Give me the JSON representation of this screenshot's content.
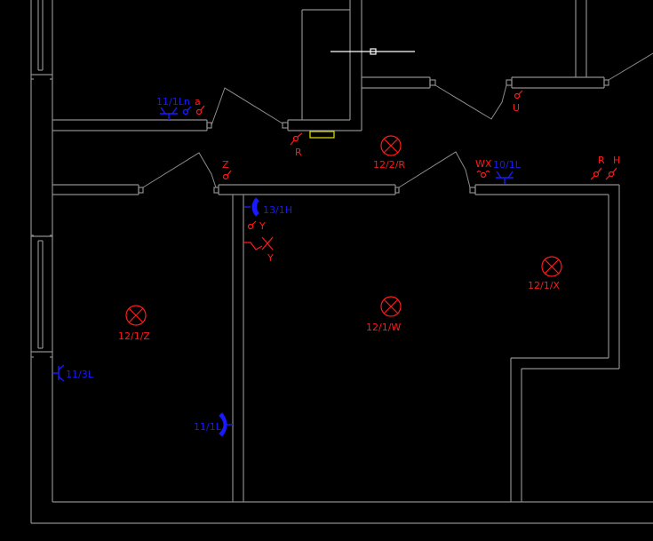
{
  "view": {
    "background": "#000000",
    "colors": {
      "wall": "#8c8c8c",
      "lighting": "#ff1a1a",
      "power": "#1a1aff",
      "cursor": "#ffffff",
      "selection": "#e6e600"
    }
  },
  "lights": [
    {
      "id": "light-12-2-R",
      "label": "12/2/R"
    },
    {
      "id": "light-12-1-Z",
      "label": "12/1/Z"
    },
    {
      "id": "light-12-1-W",
      "label": "12/1/W"
    },
    {
      "id": "light-12-1-X",
      "label": "12/1/X"
    }
  ],
  "switches": [
    {
      "id": "switch-a",
      "label": "a"
    },
    {
      "id": "switch-R-corridor",
      "label": "R"
    },
    {
      "id": "switch-Z",
      "label": "Z"
    },
    {
      "id": "switch-WX",
      "label": "WX"
    },
    {
      "id": "switch-R",
      "label": "R"
    },
    {
      "id": "switch-H",
      "label": "H"
    },
    {
      "id": "switch-U",
      "label": "U"
    },
    {
      "id": "switch-Y",
      "label": "Y"
    },
    {
      "id": "pull-switch-Y",
      "label": "Y"
    }
  ],
  "outlets": [
    {
      "id": "outlet-11-1Ln",
      "label": "11/1Ln"
    },
    {
      "id": "outlet-10-1L",
      "label": "10/1L"
    },
    {
      "id": "outlet-13-1H",
      "label": "13/1H"
    },
    {
      "id": "outlet-11-3L",
      "label": "11/3L"
    },
    {
      "id": "outlet-11-1L",
      "label": "11/1L"
    }
  ]
}
